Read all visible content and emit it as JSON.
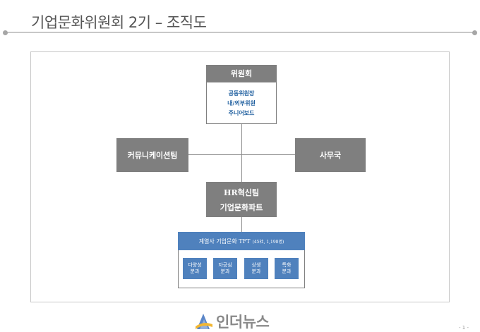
{
  "header": {
    "title": "기업문화위원회 2기 – 조직도"
  },
  "committee": {
    "title": "위원회",
    "members": [
      "공동위원장",
      "내/외부위원",
      "주니어보드"
    ]
  },
  "communication_team": {
    "label": "커뮤니케이션팀"
  },
  "secretariat": {
    "label": "사무국"
  },
  "hr_team": {
    "line1": "HR혁신팀",
    "line2": "기업문화파트"
  },
  "tft": {
    "title": "계열사 기업문화 TFT",
    "detail": "(45社, 1,198명)",
    "subcommittees": [
      {
        "line1": "다양성",
        "line2": "분과"
      },
      {
        "line1": "자긍심",
        "line2": "분과"
      },
      {
        "line1": "상생",
        "line2": "분과"
      },
      {
        "line1": "특화",
        "line2": "분과"
      }
    ]
  },
  "footer": {
    "brand": "인더뉴스",
    "page": "- 1 -"
  },
  "colors": {
    "gray_box": "#7f7f7f",
    "blue_box": "#4f81bd",
    "member_text": "#1f5f9f"
  }
}
